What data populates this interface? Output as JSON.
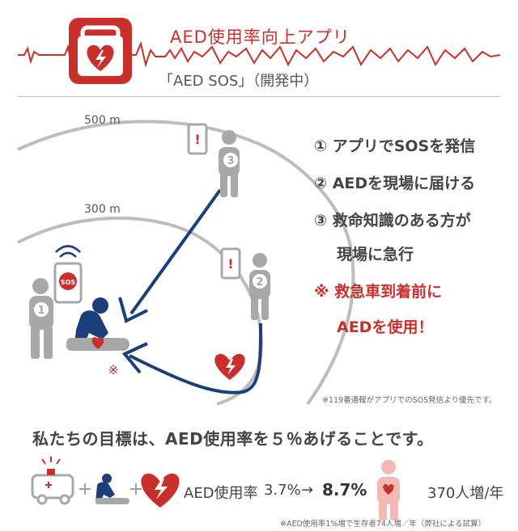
{
  "header": {
    "title": "AED使用率向上アプリ",
    "subtitle": "「AED SOS」（開発中）"
  },
  "radius_labels": {
    "outer": "500 m",
    "inner": "300 m"
  },
  "steps": [
    "① アプリでSOSを発信",
    "② AEDを現場に届ける",
    "③ 救命知識のある方が",
    "現場に急行",
    "※ 救急車到着前に",
    "AEDを使用！"
  ],
  "badges": {
    "sos": "SOS",
    "person1": "1",
    "person2": "2",
    "person3": "3",
    "phone_alert": "!",
    "patient_mark": "※"
  },
  "note_priority": "※119番通報がアプリでのSOS発信より優先です。",
  "goal": "私たちの目標は、AED使用率を５％あげることです。",
  "outcome": {
    "rate_label": "AED使用率",
    "rate_from": "3.7%",
    "rate_arrow": "→",
    "rate_to": "8.7%",
    "survivors": "370人増/年",
    "plus": "+"
  },
  "note_estimate": "※AED使用率1%増で生存者74人増／年（弊社による試算）",
  "colors": {
    "red": "#c8302c",
    "navy": "#1c3f7a",
    "gray": "#a8a8a8",
    "pink": "#f4b8b5"
  }
}
